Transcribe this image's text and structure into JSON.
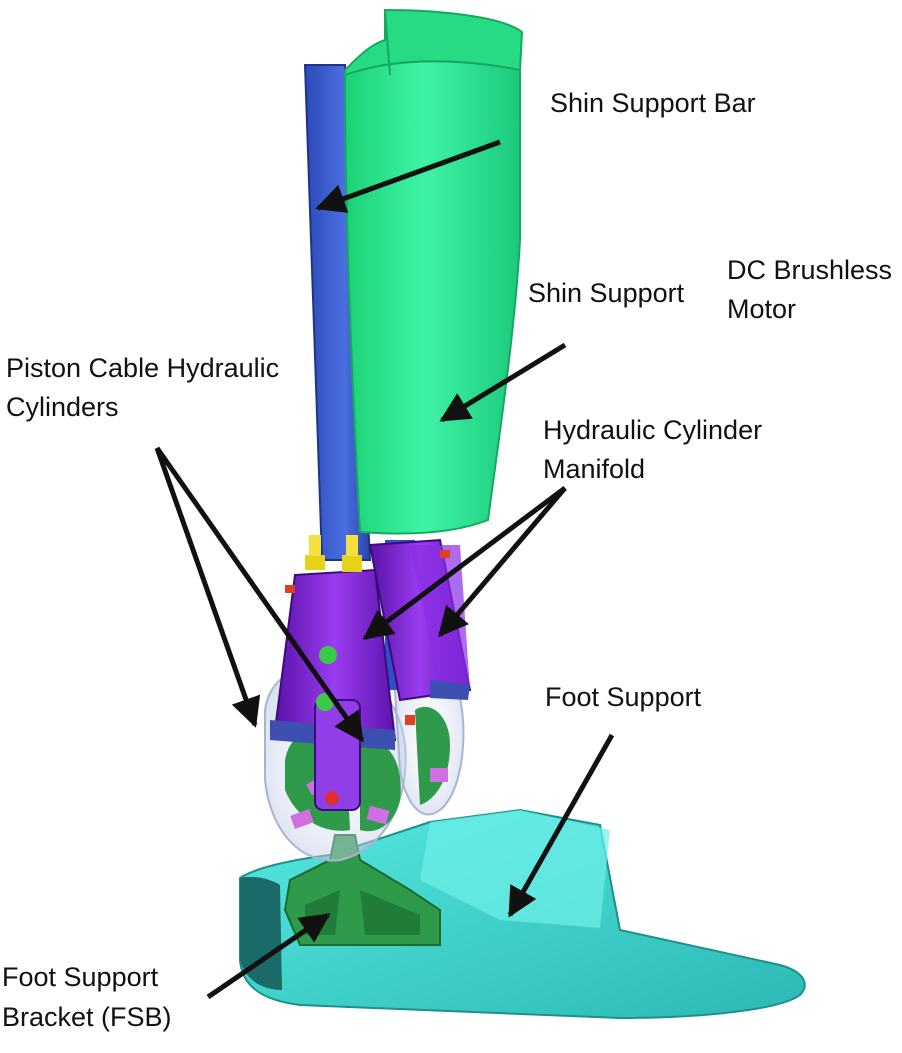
{
  "labels": {
    "shin_support_bar": "Shin Support Bar",
    "shin_support": "Shin Support",
    "dc_motor_line1": "DC Brushless",
    "dc_motor_line2": "Motor",
    "piston_line1": "Piston Cable Hydraulic",
    "piston_line2": "Cylinders",
    "manifold_line1": "Hydraulic Cylinder",
    "manifold_line2": "Manifold",
    "foot_support": "Foot Support",
    "fsb_line1": "Foot Support",
    "fsb_line2": "Bracket (FSB)"
  },
  "colors": {
    "shin_green": "#2fe58f",
    "shin_bar_blue": "#3d5fd0",
    "cylinder_purple": "#7a1fd6",
    "foot_cyan": "#3fd6cf",
    "bracket_green": "#2e9a4a",
    "fitting_yellow": "#e6d21a",
    "arrow": "#111111"
  }
}
